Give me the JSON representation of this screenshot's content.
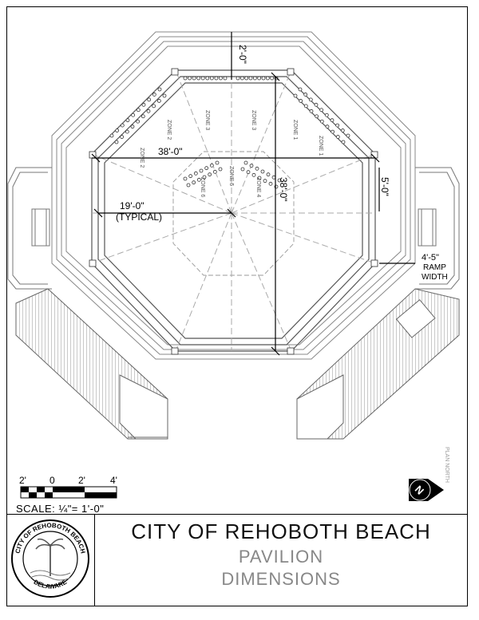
{
  "dimensions": {
    "top": "2'-0\"",
    "width": "38'-0\"",
    "length": "38'-0\"",
    "radius": "19'-0\"",
    "radius_note": "(TYPICAL)",
    "side": "5'-0\"",
    "ramp": "4'-5\"",
    "ramp_label_1": "RAMP",
    "ramp_label_2": "WIDTH"
  },
  "zones": [
    "ZONE 1",
    "ZONE 2",
    "ZONE 3",
    "ZONE 4",
    "ZONE 5",
    "ZONE 6"
  ],
  "zone_labels": [
    "ZONE 1",
    "ZONE 2",
    "ZONE 3",
    "ZONE 3",
    "ZONE 1",
    "ZONE 2",
    "ZONE 4",
    "ZONE 5",
    "ZONE 6"
  ],
  "scale": {
    "ticks": [
      "2'",
      "0",
      "2'",
      "4'"
    ],
    "label": "SCALE:  ¼\"= 1'-0\""
  },
  "north_label": "PLAN NORTH",
  "north_letter": "N",
  "seal": {
    "top_text": "CITY OF REHOBOTH BEACH",
    "bottom_text": "DELAWARE"
  },
  "title": {
    "city": "CITY OF REHOBOTH BEACH",
    "line1": "PAVILION",
    "line2": "DIMENSIONS"
  },
  "colors": {
    "line": "#000000",
    "grey_line": "#9a9a9a",
    "subtitle": "#888888"
  }
}
